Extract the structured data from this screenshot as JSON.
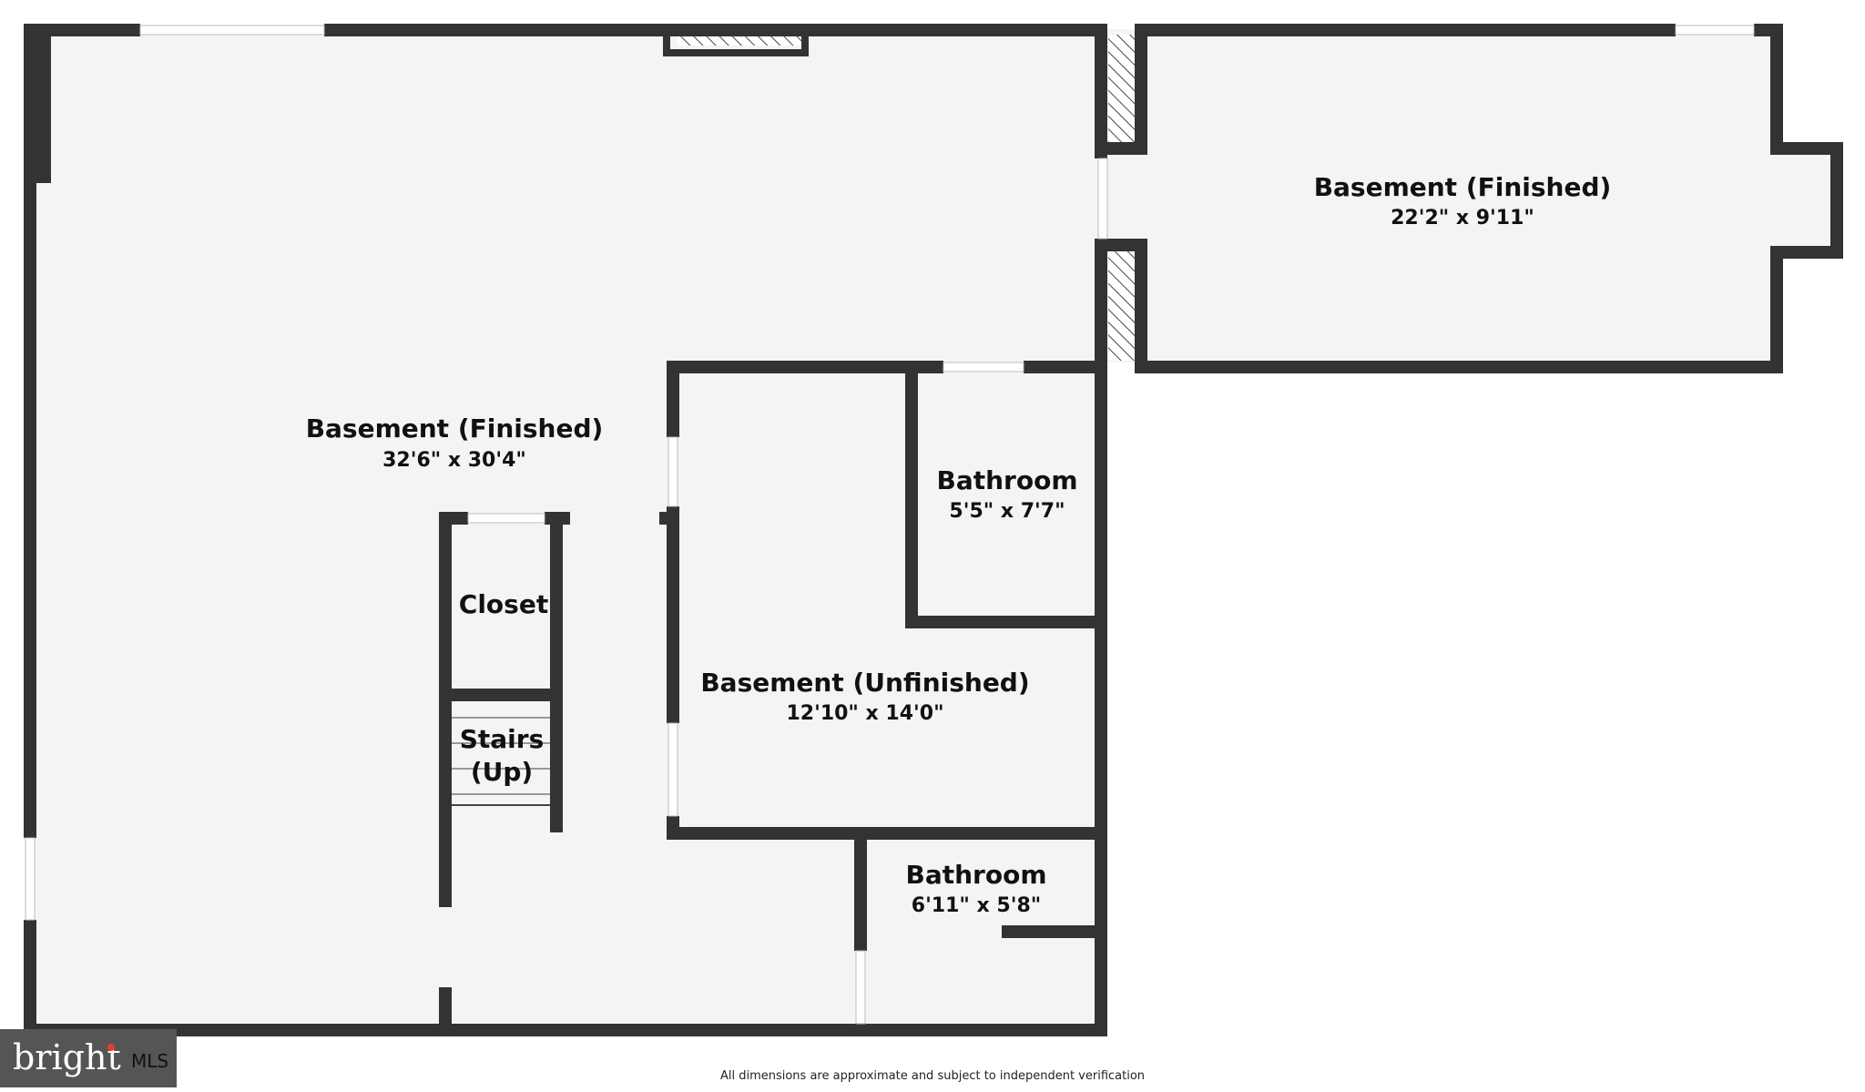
{
  "rooms": [
    {
      "id": "basement-finished-main",
      "name": "Basement (Finished)",
      "dimensions": "32'6\" x 30'4\""
    },
    {
      "id": "basement-finished-east",
      "name": "Basement (Finished)",
      "dimensions": "22'2\" x 9'11\""
    },
    {
      "id": "bathroom-upper",
      "name": "Bathroom",
      "dimensions": "5'5\" x 7'7\""
    },
    {
      "id": "basement-unfinished",
      "name": "Basement (Unfinished)",
      "dimensions": "12'10\" x 14'0\""
    },
    {
      "id": "bathroom-lower",
      "name": "Bathroom",
      "dimensions": "6'11\" x 5'8\""
    },
    {
      "id": "closet",
      "name": "Closet",
      "dimensions": ""
    },
    {
      "id": "stairs",
      "name": "Stairs",
      "name_line2": "(Up)",
      "dimensions": ""
    }
  ],
  "footer": {
    "disclaimer": "All dimensions are approximate and subject to independent verification"
  },
  "logo": {
    "word": "bright",
    "suffix": "MLS"
  },
  "colors": {
    "wall": "#333333",
    "floor": "#f4f4f4",
    "background": "#ffffff",
    "logo_bg": "#555555",
    "logo_accent": "#e0432b"
  }
}
